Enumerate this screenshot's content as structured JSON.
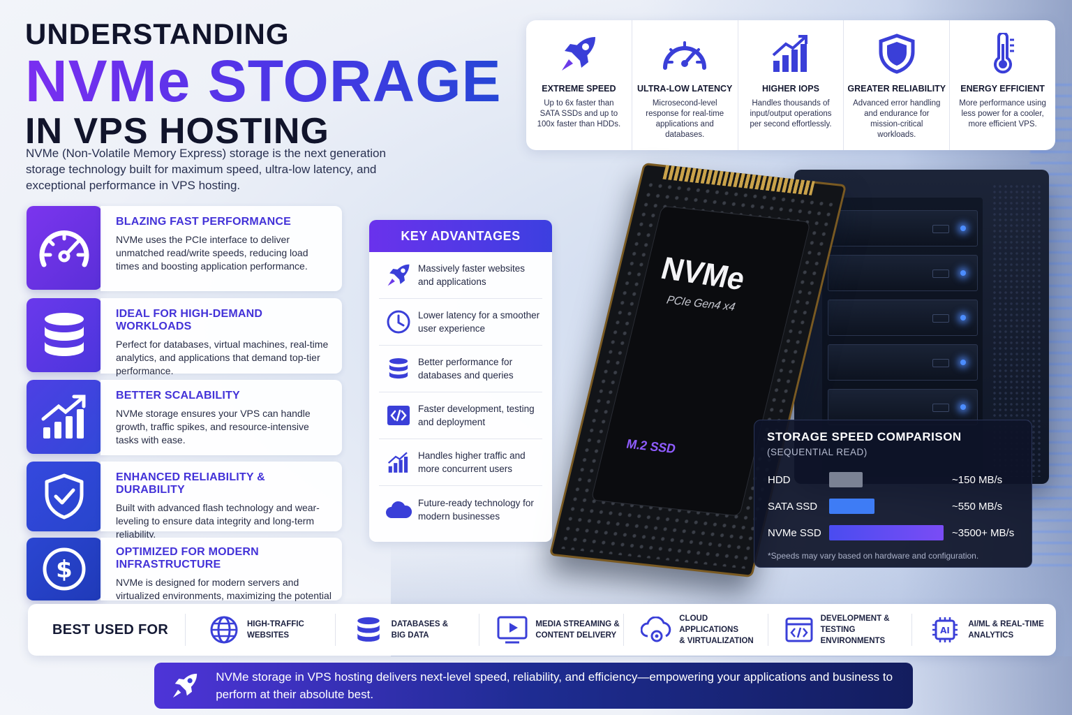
{
  "title": {
    "line1": "UNDERSTANDING",
    "line2": "NVMe STORAGE",
    "line3": "IN VPS HOSTING"
  },
  "intro": "NVMe (Non-Volatile Memory Express) storage is the next generation storage technology built for maximum speed, ultra-low latency, and exceptional performance in VPS hosting.",
  "features": [
    {
      "icon": "speedometer-icon",
      "title": "BLAZING FAST PERFORMANCE",
      "text": "NVMe uses the PCIe interface to deliver unmatched read/write speeds, reducing load times and boosting application performance."
    },
    {
      "icon": "database-icon",
      "title": "IDEAL FOR HIGH-DEMAND WORKLOADS",
      "text": "Perfect for databases, virtual machines, real-time analytics, and applications that demand top-tier performance."
    },
    {
      "icon": "growth-chart-icon",
      "title": "BETTER SCALABILITY",
      "text": "NVMe storage ensures your VPS can handle growth, traffic spikes, and resource-intensive tasks with ease."
    },
    {
      "icon": "shield-check-icon",
      "title": "ENHANCED RELIABILITY & DURABILITY",
      "text": "Built with advanced flash technology and wear-leveling to ensure data integrity and long-term reliability."
    },
    {
      "icon": "dollar-icon",
      "title": "OPTIMIZED FOR MODERN INFRASTRUCTURE",
      "text": "NVMe is designed for modern servers and virtualized environments, maximizing the potential of your VPS."
    }
  ],
  "top_strip": [
    {
      "icon": "rocket-icon",
      "title": "EXTREME SPEED",
      "text": "Up to 6x faster than SATA SSDs and up to 100x faster than HDDs."
    },
    {
      "icon": "gauge-icon",
      "title": "ULTRA-LOW LATENCY",
      "text": "Microsecond-level response for real-time applications and databases."
    },
    {
      "icon": "bar-chart-icon",
      "title": "HIGHER IOPS",
      "text": "Handles thousands of input/output operations per second effortlessly."
    },
    {
      "icon": "shield-icon",
      "title": "GREATER RELIABILITY",
      "text": "Advanced error handling and endurance for mission-critical workloads."
    },
    {
      "icon": "thermometer-icon",
      "title": "ENERGY EFFICIENT",
      "text": "More performance using less power for a cooler, more efficient VPS."
    }
  ],
  "advantages": {
    "title": "KEY ADVANTAGES",
    "items": [
      {
        "icon": "rocket-icon",
        "text": "Massively faster websites and applications"
      },
      {
        "icon": "clock-icon",
        "text": "Lower latency for a smoother user experience"
      },
      {
        "icon": "database-icon",
        "text": "Better performance for databases and queries"
      },
      {
        "icon": "code-icon",
        "text": "Faster development, testing and deployment"
      },
      {
        "icon": "growth-chart-icon",
        "text": "Handles higher traffic and more concurrent users"
      },
      {
        "icon": "cloud-icon",
        "text": "Future-ready technology for modern businesses"
      }
    ]
  },
  "ssd": {
    "brand": "NVMe",
    "interface": "PCIe Gen4 x4",
    "form_factor": "M.2 SSD"
  },
  "comparison": {
    "title": "STORAGE SPEED COMPARISON",
    "subtitle": "(SEQUENTIAL READ)",
    "rows": [
      {
        "label": "HDD",
        "value": "~150 MB/s",
        "speed": 150,
        "color": "#7b8294"
      },
      {
        "label": "SATA SSD",
        "value": "~550 MB/s",
        "speed": 550,
        "color": "#3e7cf5"
      },
      {
        "label": "NVMe SSD",
        "value": "~3500+ MB/s",
        "speed": 3500,
        "color": "#7a4cf5"
      }
    ],
    "note": "*Speeds may vary based on hardware and configuration."
  },
  "best_used": {
    "title": "BEST USED FOR",
    "items": [
      {
        "icon": "globe-icon",
        "label": "HIGH-TRAFFIC\nWEBSITES"
      },
      {
        "icon": "database-icon",
        "label": "DATABASES &\nBIG DATA"
      },
      {
        "icon": "video-play-icon",
        "label": "MEDIA STREAMING &\nCONTENT DELIVERY"
      },
      {
        "icon": "cloud-gear-icon",
        "label": "CLOUD APPLICATIONS\n& VIRTUALIZATION"
      },
      {
        "icon": "code-window-icon",
        "label": "DEVELOPMENT &\nTESTING ENVIRONMENTS"
      },
      {
        "icon": "ai-chip-icon",
        "label": "AI/ML & REAL-TIME\nANALYTICS"
      }
    ]
  },
  "footer": "NVMe storage in VPS hosting delivers next-level speed, reliability, and efficiency—empowering your applications and business to perform at their absolute best.",
  "colors": {
    "purple": "#7a2ff0",
    "blue": "#2646d6",
    "navy": "#11142b"
  }
}
